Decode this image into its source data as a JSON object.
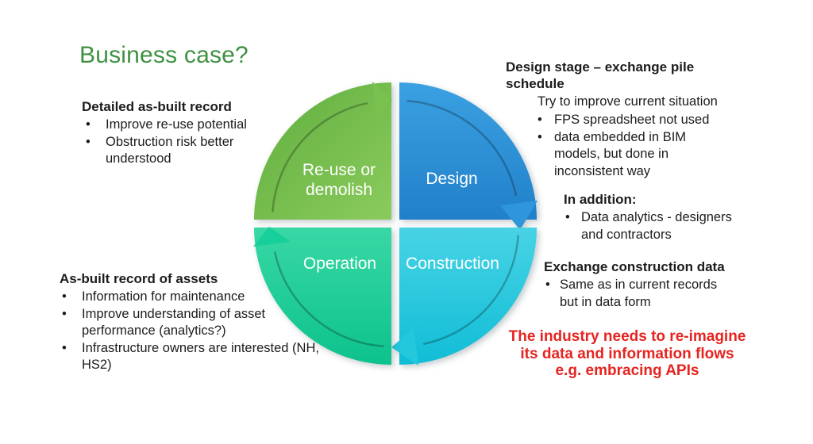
{
  "title": {
    "text": "Business case?"
  },
  "chars": {
    "bullet": "•"
  },
  "colors": {
    "title-green": "#3f9142",
    "text": "#1c1c1c",
    "callout-red": "#e62420",
    "label-white": "#ffffff",
    "seg-green-light": "#8bcb5d",
    "seg-green-dark": "#5fae3e",
    "seg-green-mid": "#79c24f",
    "seg-blue-light": "#3ba1e2",
    "seg-blue-dark": "#2180c9",
    "seg-blue-mid": "#2e96da",
    "seg-cyan-light": "#48d3e5",
    "seg-cyan-dark": "#10bdd6",
    "seg-cyan-mid": "#23c8dd",
    "seg-teal-light": "#38d8a5",
    "seg-teal-dark": "#0dc28c",
    "seg-teal-mid": "#17cf9a"
  },
  "cycle": {
    "direction": "clockwise",
    "segments": [
      {
        "id": "reuse-demolish",
        "label": "Re-use or\ndemolish",
        "color": "#79c24f"
      },
      {
        "id": "design",
        "label": "Design",
        "color": "#2e96da"
      },
      {
        "id": "construction",
        "label": "Construction",
        "color": "#23c8dd"
      },
      {
        "id": "operation",
        "label": "Operation",
        "color": "#17cf9a"
      }
    ]
  },
  "left_top": {
    "heading": "Detailed as-built record",
    "bullets": [
      "Improve re-use potential",
      "Obstruction risk better understood"
    ]
  },
  "left_bottom": {
    "heading": "As-built record of assets",
    "bullets": [
      "Information for maintenance",
      "Improve understanding of asset performance (analytics?)",
      "Infrastructure owners are interested (NH, HS2)"
    ]
  },
  "right_top": {
    "heading": "Design stage – exchange pile schedule",
    "subheading": "Try to improve current situation",
    "bullets": [
      "FPS spreadsheet not used",
      "data embedded in BIM models, but done in inconsistent way"
    ]
  },
  "right_mid": {
    "heading": "In addition:",
    "bullets": [
      "Data analytics - designers and contractors"
    ]
  },
  "right_lower": {
    "heading": "Exchange construction data",
    "bullets": [
      "Same as in current records but in data form"
    ]
  },
  "callout": {
    "text": "The industry needs to re-imagine\nits data and information flows\ne.g. embracing APIs"
  }
}
